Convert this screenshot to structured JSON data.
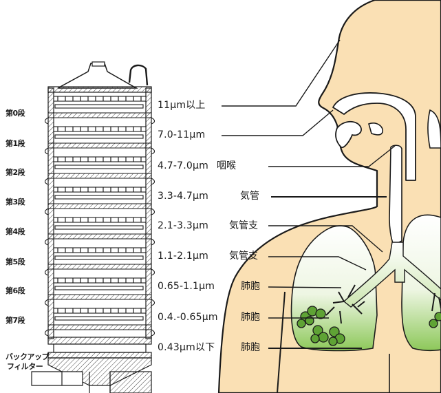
{
  "stages": [
    {
      "stage": "第0段",
      "size": "11μm以上",
      "region": ""
    },
    {
      "stage": "第1段",
      "size": "7.0-11μm",
      "region": ""
    },
    {
      "stage": "第2段",
      "size": "4.7-7.0μm",
      "region": "咽喉"
    },
    {
      "stage": "第3段",
      "size": "3.3-4.7μm",
      "region": "気管"
    },
    {
      "stage": "第4段",
      "size": "2.1-3.3μm",
      "region": "気管支"
    },
    {
      "stage": "第5段",
      "size": "1.1-2.1μm",
      "region": "気管支"
    },
    {
      "stage": "第6段",
      "size": "0.65-1.1μm",
      "region": "肺胞"
    },
    {
      "stage": "第7段",
      "size": "0.4.-0.65μm",
      "region": "肺胞"
    }
  ],
  "backup": {
    "stage_line1": "バックアップ",
    "stage_line2": "フィルター",
    "size": "0.43μm以下",
    "region": "肺胞"
  },
  "colors": {
    "skin": "#fae0b4",
    "lung_green": "#8dc85a",
    "lung_fill": "#f4f8ee",
    "outline": "#1a1a1a"
  }
}
